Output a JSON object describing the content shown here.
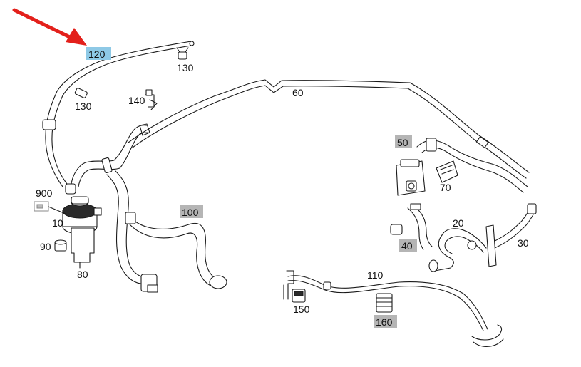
{
  "colors": {
    "arrow": "#e3201b",
    "label_highlight_blue": "#8ec9e6",
    "label_highlight_grey": "#b5b5b5",
    "line": "#1a1a1a"
  },
  "callouts": {
    "c120": "120",
    "c130a": "130",
    "c130b": "130",
    "c140": "140",
    "c60": "60",
    "c900": "900",
    "c10": "10",
    "c90": "90",
    "c80": "80",
    "c100": "100",
    "c50": "50",
    "c70": "70",
    "c40": "40",
    "c20": "20",
    "c30": "30",
    "c110": "110",
    "c150": "150",
    "c160": "160"
  },
  "icons": {
    "pointer": "red-arrow-icon"
  }
}
